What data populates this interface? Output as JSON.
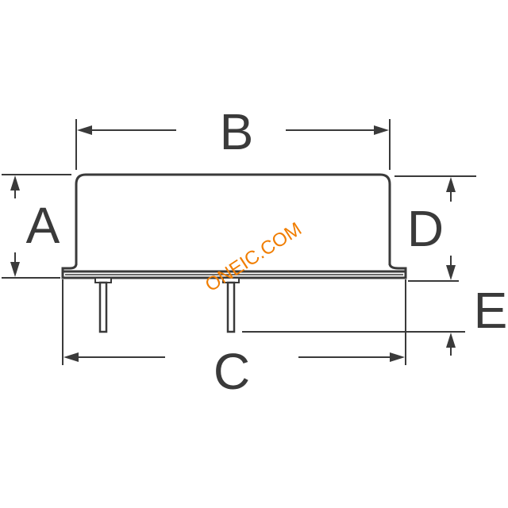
{
  "labels": {
    "a": "A",
    "b": "B",
    "c": "C",
    "d": "D",
    "e": "E"
  },
  "watermark": "ONEIC.COM",
  "colors": {
    "line": "#3a3a3a",
    "watermark": "#f07d00",
    "background": "#ffffff"
  }
}
